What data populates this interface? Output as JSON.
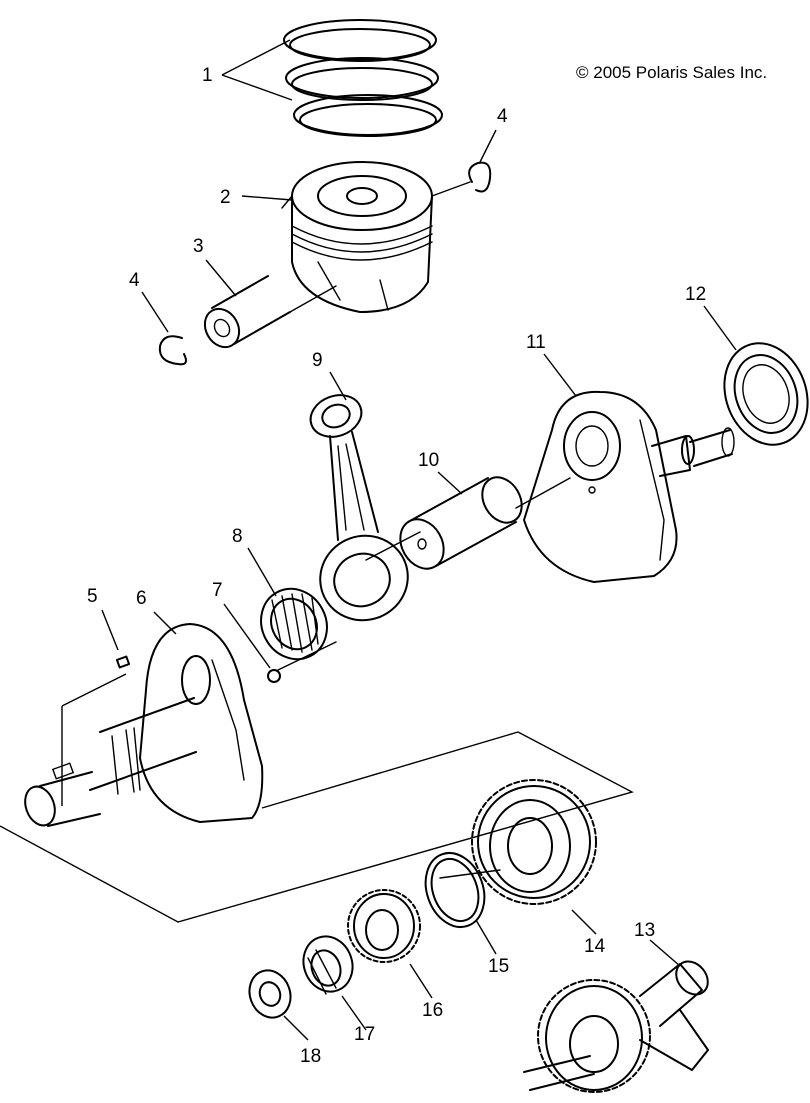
{
  "copyright": "© 2005 Polaris Sales Inc.",
  "callouts": {
    "c1": "1",
    "c2": "2",
    "c3": "3",
    "c4a": "4",
    "c4b": "4",
    "c5": "5",
    "c6": "6",
    "c7": "7",
    "c8": "8",
    "c9": "9",
    "c10": "10",
    "c11": "11",
    "c12": "12",
    "c13": "13",
    "c14": "14",
    "c15": "15",
    "c16": "16",
    "c17": "17",
    "c18": "18"
  },
  "colors": {
    "line": "#000000",
    "background": "#ffffff"
  }
}
